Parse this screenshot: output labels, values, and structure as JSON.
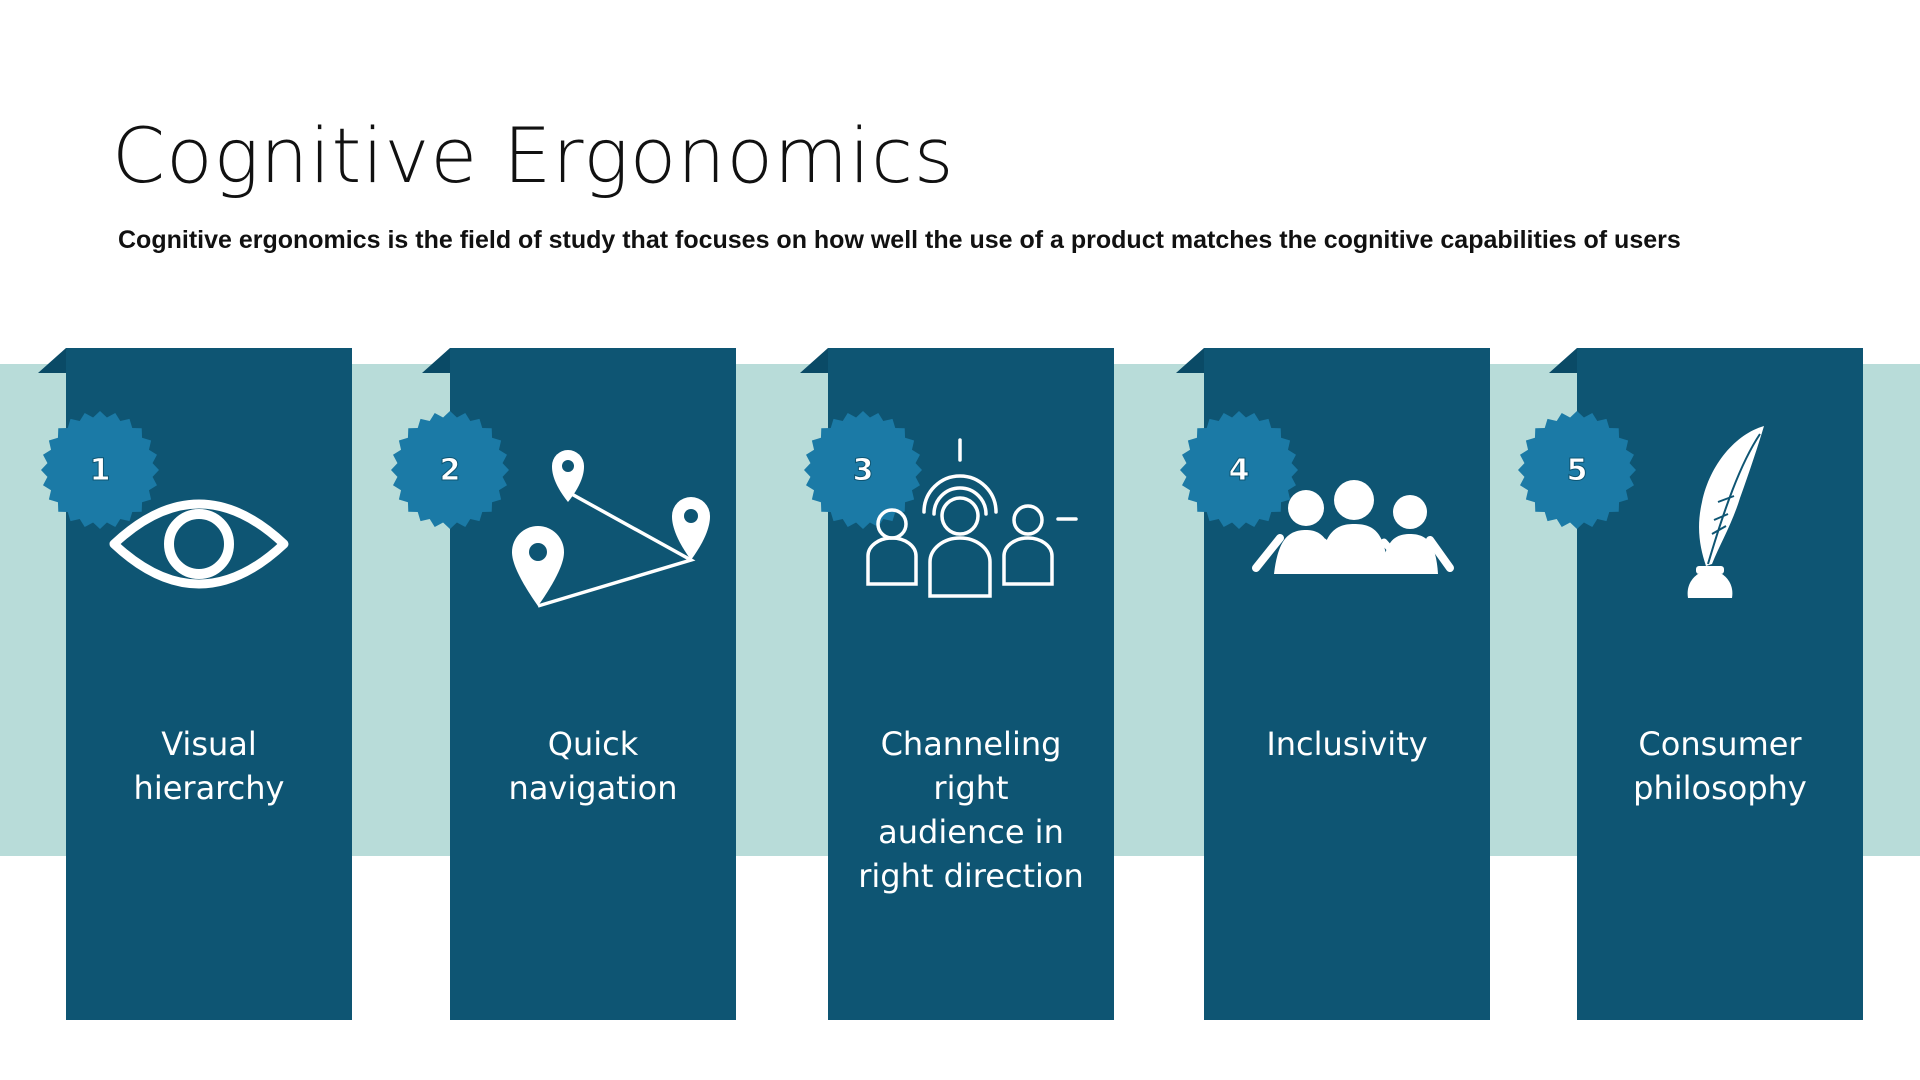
{
  "header": {
    "title": "Cognitive Ergonomics",
    "subtitle": "Cognitive ergonomics is the field of study that focuses on how well the use of a product matches the cognitive capabilities of users"
  },
  "colors": {
    "card": "#0e5573",
    "band": "#b8dcd9",
    "badge": "#1b7aa6",
    "text_dark": "#111111",
    "text_light": "#ffffff"
  },
  "items": [
    {
      "number": "1",
      "label": "Visual hierarchy",
      "icon": "eye-icon"
    },
    {
      "number": "2",
      "label": "Quick navigation",
      "icon": "map-route-icon"
    },
    {
      "number": "3",
      "label": "Channeling right audience in right direction",
      "icon": "audience-target-icon"
    },
    {
      "number": "4",
      "label": "Inclusivity",
      "icon": "people-group-icon"
    },
    {
      "number": "5",
      "label": "Consumer philosophy",
      "icon": "quill-ink-icon"
    }
  ]
}
